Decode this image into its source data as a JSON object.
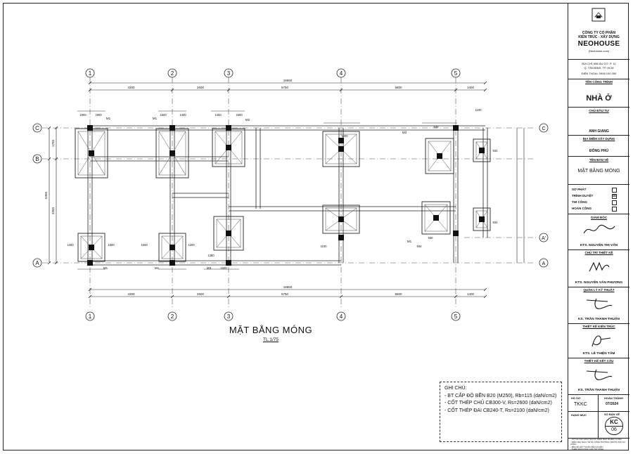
{
  "drawing": {
    "title": "MẶT BẰNG MÓNG",
    "scale": "TL:1/75",
    "grid_top": [
      "1",
      "2",
      "3",
      "4",
      "5"
    ],
    "grid_side": [
      "C",
      "B",
      "A"
    ],
    "grid_right": [
      "C",
      "A'",
      "A"
    ],
    "dims_top_total": "18650",
    "dims_top_segments": [
      "4300",
      "2600",
      "5750",
      "5800",
      "1400"
    ],
    "dims_bottom_total": "18650",
    "dims_bottom_segments": [
      "4300",
      "2600",
      "5750",
      "5800",
      "1400"
    ],
    "dims_left_total": "5350",
    "dims_left_segments": [
      "1750",
      "3350"
    ],
    "pad_labels": [
      "1900",
      "1900",
      "1500",
      "1400",
      "1400",
      "1500",
      "1500",
      "1200",
      "1380",
      "1500",
      "1500",
      "1400",
      "1200",
      "930",
      "930",
      "1100",
      "934",
      "934",
      "934",
      "1100"
    ],
    "pad_tags": [
      "M1",
      "M1",
      "M2",
      "M1",
      "M1",
      "M3",
      "M3",
      "M1"
    ]
  },
  "notes": {
    "heading": "GHI CHÚ:",
    "lines": [
      "- BT CẤP ĐỘ BỀN B20 (M250), Rb=115 (daN/cm2)",
      "- CỐT THÉP CHỦ CB300-V, Rs=2600 (daN/cm2)",
      "- CỐT THÉP ĐAI CB240-T, Rs=2100 (daN/cm2)"
    ]
  },
  "titleblock": {
    "company_line1": "CÔNG TY CỔ PHẦN",
    "company_line2": "KIẾN TRÚC - XÂY DỰNG",
    "brand": "NEOHOUSE",
    "brand_sub": "(Neohouse.com)",
    "address1": "ĐỊA CHỈ: 686 ÂU CƠ, P. 11",
    "address2": "Q. TÂN BÌNH, TP. HCM",
    "phone": "ĐIỆN THOẠI: 0906 100 050",
    "lbl_project": "TÊN CÔNG TRÌNH",
    "project": "NHÀ Ở",
    "lbl_owner": "CHỦ ĐẦU TƯ",
    "owner": "ANH GIANG",
    "lbl_location": "ĐỊA ĐIỂM XÂY DỰNG",
    "location": "ĐÔNG PHÚ",
    "lbl_drawing": "TÊN BẢN VẼ",
    "drawing_name": "MẶT BẰNG MÓNG",
    "status": [
      {
        "label": "SƠ PHÁT",
        "mark": ""
      },
      {
        "label": "TRÌNH DUYỆT",
        "mark": "☒"
      },
      {
        "label": "THI CÔNG",
        "mark": ""
      },
      {
        "label": "HOÀN CÔNG",
        "mark": ""
      }
    ],
    "roles": [
      {
        "role": "GIÁM ĐỐC",
        "name": "KTS. NGUYỄN THỊ VÂN"
      },
      {
        "role": "CHỦ TRÌ THIẾT KẾ",
        "name": "KTS. NGUYỄN VĂN PHƯƠNG"
      },
      {
        "role": "QUẢN LÝ KỸ THUẬT",
        "name": "KS. TRẦN THANH THUẬN"
      },
      {
        "role": "THIẾT KẾ KIẾN TRÚC",
        "name": "KTS. LÊ THIỆN TÂM"
      },
      {
        "role": "THIẾT KẾ KẾT CẤU",
        "name": "KS. TRẦN THANH THUẬN"
      }
    ],
    "lbl_file": "HỒ SƠ",
    "file": "TKKC",
    "lbl_done": "HOÀN THÀNH",
    "done": "07/2024",
    "lbl_item": "HẠNG MỤC",
    "lbl_sheet": "SỐ BẢN VẼ",
    "sheet_code": "KC",
    "sheet_no": "06",
    "footnote1": "- TẤT CẢ CÁC KÍCH THƯỚC TRÊN BẢN VẼ ĐỀU LÀ MM",
    "footnote2": "- KIỂM TRA THỰC TẾ TẠI CÔNG TRƯỜNG TRƯỚC KHI THI CÔNG",
    "footnote3": "- BẢN VẼ NÀY THUỘC BẢN QUYỀN",
    "footnote4": "- PHIÊN BẢN DÙNG CHO THI CÔNG"
  }
}
